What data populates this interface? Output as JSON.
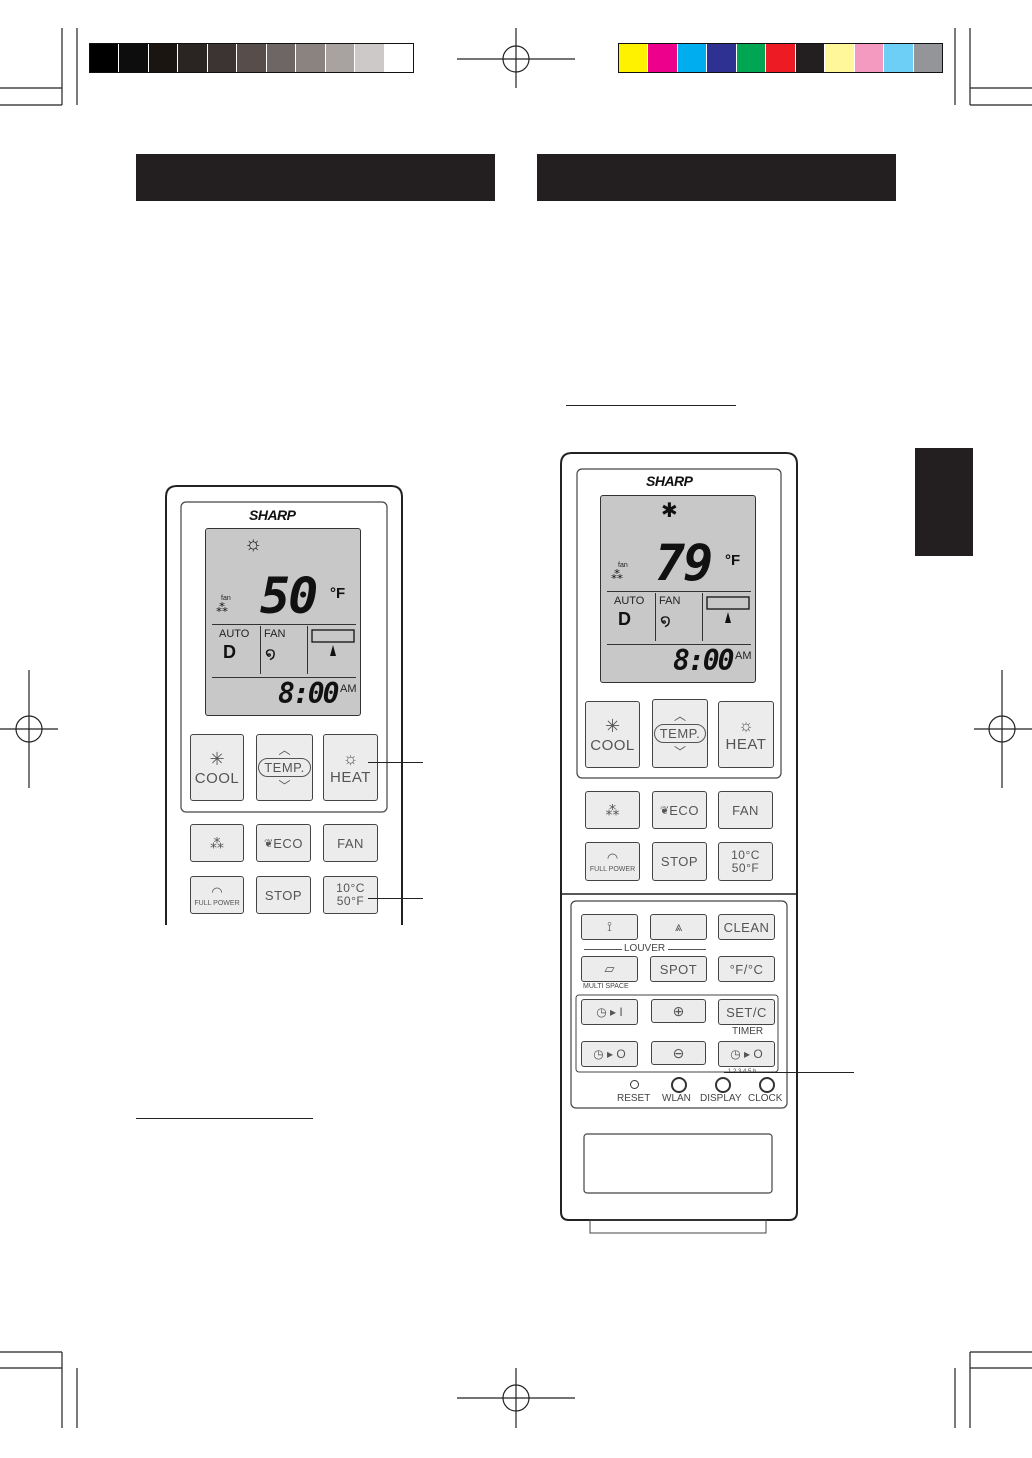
{
  "calibration": {
    "gray_patches": [
      "#000000",
      "#0d0d0d",
      "#1b1512",
      "#2a2422",
      "#3c3432",
      "#574e4c",
      "#6e6664",
      "#8a8380",
      "#a8a3a1",
      "#cdc9c8",
      "#ffffff"
    ],
    "color_patches": [
      "#fff200",
      "#ec008c",
      "#00aeef",
      "#2e3192",
      "#00a651",
      "#ed1c24",
      "#231f20",
      "#fff799",
      "#f49ac1",
      "#6dcff6",
      "#939598"
    ]
  },
  "colors": {
    "header": "#231f20",
    "lcd": "#c8c8c8",
    "button": "#ececec"
  },
  "remote_left": {
    "brand": "SHARP",
    "temp_value": "50",
    "temp_unit": "°F",
    "fan_small": "fan",
    "mode_auto": "AUTO",
    "mode_fan": "FAN",
    "clock_time": "8:00",
    "clock_ampm": "AM",
    "btn_cool": "COOL",
    "btn_temp": "TEMP.",
    "btn_heat": "HEAT",
    "btn_eco": "ECO",
    "btn_fan": "FAN",
    "btn_full_power": "FULL POWER",
    "btn_stop": "STOP",
    "btn_temp_c": "10°C",
    "btn_temp_f": "50°F"
  },
  "remote_right": {
    "brand": "SHARP",
    "temp_value": "79",
    "temp_unit": "°F",
    "fan_small": "fan",
    "mode_auto": "AUTO",
    "mode_fan": "FAN",
    "clock_time": "8:00",
    "clock_ampm": "AM",
    "btn_cool": "COOL",
    "btn_temp": "TEMP.",
    "btn_heat": "HEAT",
    "btn_eco": "ECO",
    "btn_fan": "FAN",
    "btn_full_power": "FULL POWER",
    "btn_stop": "STOP",
    "btn_temp_c": "10°C",
    "btn_temp_f": "50°F",
    "btn_clean": "CLEAN",
    "louver_label": "LOUVER",
    "btn_spot": "SPOT",
    "btn_unit": "°F/°C",
    "multi_space": "MULTI SPACE",
    "btn_setc": "SET/C",
    "timer_label": "TIMER",
    "hours": "1 2 3 4 5 h",
    "reset": "RESET",
    "wlan": "WLAN",
    "display": "DISPLAY",
    "clock": "CLOCK"
  }
}
